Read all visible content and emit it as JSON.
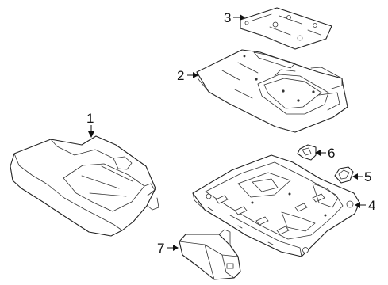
{
  "callouts": [
    {
      "id": "1",
      "label": "1",
      "part": "seat-cushion-pad"
    },
    {
      "id": "2",
      "label": "2",
      "part": "cushion-frame-tray"
    },
    {
      "id": "3",
      "label": "3",
      "part": "mounting-plate"
    },
    {
      "id": "4",
      "label": "4",
      "part": "seat-base-frame"
    },
    {
      "id": "5",
      "label": "5",
      "part": "bracket-right"
    },
    {
      "id": "6",
      "label": "6",
      "part": "bracket-left"
    },
    {
      "id": "7",
      "label": "7",
      "part": "adjuster-motor"
    }
  ]
}
